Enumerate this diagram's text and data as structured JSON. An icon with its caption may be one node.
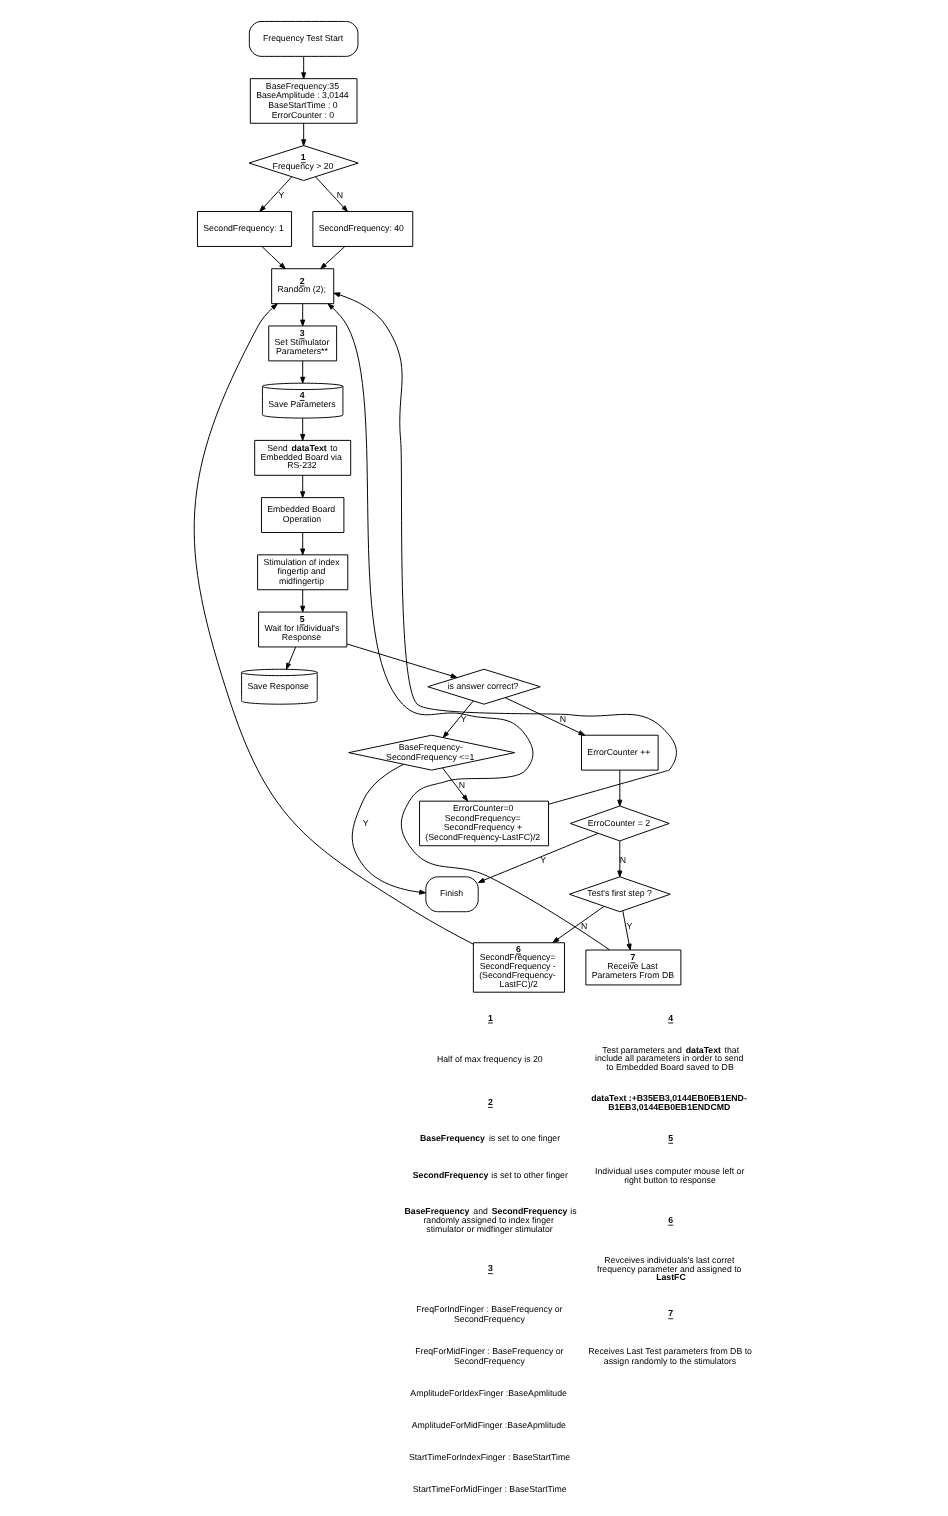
{
  "diagram": {
    "nodes": [
      {
        "text": [
          "Frequency Test Start"
        ]
      },
      {
        "text": [
          "BaseFrequency:35",
          "BaseAmplitude : 3,0144",
          "BaseStartTime : 0",
          "ErrorCounter : 0"
        ]
      },
      {
        "text": [
          "1",
          "Frequency > 20"
        ]
      },
      {
        "text": [
          "SecondFrequency: 1"
        ]
      },
      {
        "text": [
          "SecondFrequency: 40"
        ]
      },
      {
        "text": [
          "6",
          "SecondFrequency= SecondFrequency - (SecondFrequency- LastFC)/2"
        ]
      },
      {
        "text": [
          "2",
          "Random (2);"
        ]
      },
      {
        "text": [
          "3",
          "Set Stimulator Parameters**"
        ]
      },
      {
        "text": [
          "7",
          "Receive Last Parameters From DB"
        ]
      },
      {
        "text": [
          "Test's first step ?"
        ]
      },
      {
        "text": [
          "4",
          "Save Parameters"
        ]
      },
      {
        "text": [
          "ErrorCounter=0",
          "SecondFrequency= SecondFrequency + (SecondFrequency-LastFC)/2"
        ]
      },
      {
        "text": [
          "ErroCounter = 2"
        ]
      },
      {
        "text": [
          "Send **dataText** to Embedded Board via RS-232"
        ]
      },
      {
        "text": [
          "Embedded Board Operation"
        ]
      },
      {
        "text": [
          "Stimulation of index fingertip and midfingertip"
        ]
      },
      {
        "text": [
          "BaseFrequency- SecondFrequency <=1"
        ]
      },
      {
        "text": [
          "Finish"
        ]
      },
      {
        "text": [
          "5",
          "Wait for Individual's Response"
        ]
      },
      {
        "text": [
          "Save Response"
        ]
      },
      {
        "text": [
          "is answer correct?"
        ]
      },
      {
        "text": [
          "ErrorCounter ++"
        ]
      }
    ],
    "edges": [
      {
        "from": 0,
        "to": 1,
        "arrow": "to"
      },
      {
        "from": 1,
        "to": 2,
        "arrow": "to"
      },
      {
        "from": 2,
        "to": 3,
        "arrow": "to",
        "label": "Y"
      },
      {
        "from": 2,
        "to": 4,
        "arrow": "to",
        "label": "N"
      },
      {
        "from": 3,
        "to": 6,
        "arrow": "to"
      },
      {
        "from": 4,
        "to": 6,
        "arrow": "to"
      },
      {
        "from": 5,
        "to": 6,
        "arrow": "to"
      },
      {
        "from": 9,
        "to": 5,
        "arrow": "to",
        "label": "N"
      },
      {
        "from": 9,
        "to": 8,
        "arrow": "to",
        "label": "Y"
      },
      {
        "from": 8,
        "to": 6,
        "arrow": "to"
      },
      {
        "from": 11,
        "to": 6,
        "arrow": "to"
      },
      {
        "from": 6,
        "to": 7,
        "arrow": "to"
      },
      {
        "from": 7,
        "to": 10,
        "arrow": "to"
      },
      {
        "from": 10,
        "to": 13,
        "arrow": "to"
      },
      {
        "from": 13,
        "to": 14,
        "arrow": "to"
      },
      {
        "from": 14,
        "to": 15,
        "arrow": "to"
      },
      {
        "from": 15,
        "to": 18,
        "arrow": "to"
      },
      {
        "from": 18,
        "to": 19,
        "arrow": "to"
      },
      {
        "from": 18,
        "to": 20,
        "arrow": "to"
      },
      {
        "from": 20,
        "to": 16,
        "arrow": "to",
        "label": "Y"
      },
      {
        "from": 16,
        "to": 11,
        "arrow": "to",
        "label": "N"
      },
      {
        "from": 16,
        "to": 17,
        "arrow": "to",
        "label": "Y"
      },
      {
        "from": 20,
        "to": 21,
        "arrow": "to",
        "label": "N"
      },
      {
        "from": 21,
        "to": 12,
        "arrow": "to"
      },
      {
        "from": 12,
        "to": 9,
        "arrow": "to",
        "label": "N"
      },
      {
        "from": 12,
        "to": 17,
        "arrow": "to",
        "label": "Y"
      }
    ],
    "labels": [
      "1",
      "Half of max frequency is 20",
      "2",
      "**BaseFrequency** is set to one finger",
      "**SecondFrequency** is set to other finger",
      "**BaseFrequency** and **SecondFrequency** is randomly assigned to index finger stimulator or midfinger stimulator",
      "3",
      "FreqForIndFinger : BaseFrequency or SecondFrequency",
      "FreqForMidFinger : BaseFrequency or SecondFrequency",
      "AmplitudeForIdexFinger :BaseApmlitude",
      "AmplitudeForMidFinger :BaseApmlitude",
      "StartTimeForIndexFinger : BaseStartTime",
      "StartTimeForMidFinger : BaseStartTime",
      "4",
      "Test parameters and **dataText** that include all parameters in order to send to Embedded Board saved to DB",
      "dataText :+B35EB3,0144EB0EB1END- B1EB3,0144EB0EB1ENDCMD",
      "5",
      "Individual uses computer mouse left or right button to response",
      "6",
      "Revceives individuals's last corret frequency parameter and assigned to **LastFC**",
      "7",
      "Receives Last Test parameters from DB to assign randomly to the stimulators"
    ]
  }
}
